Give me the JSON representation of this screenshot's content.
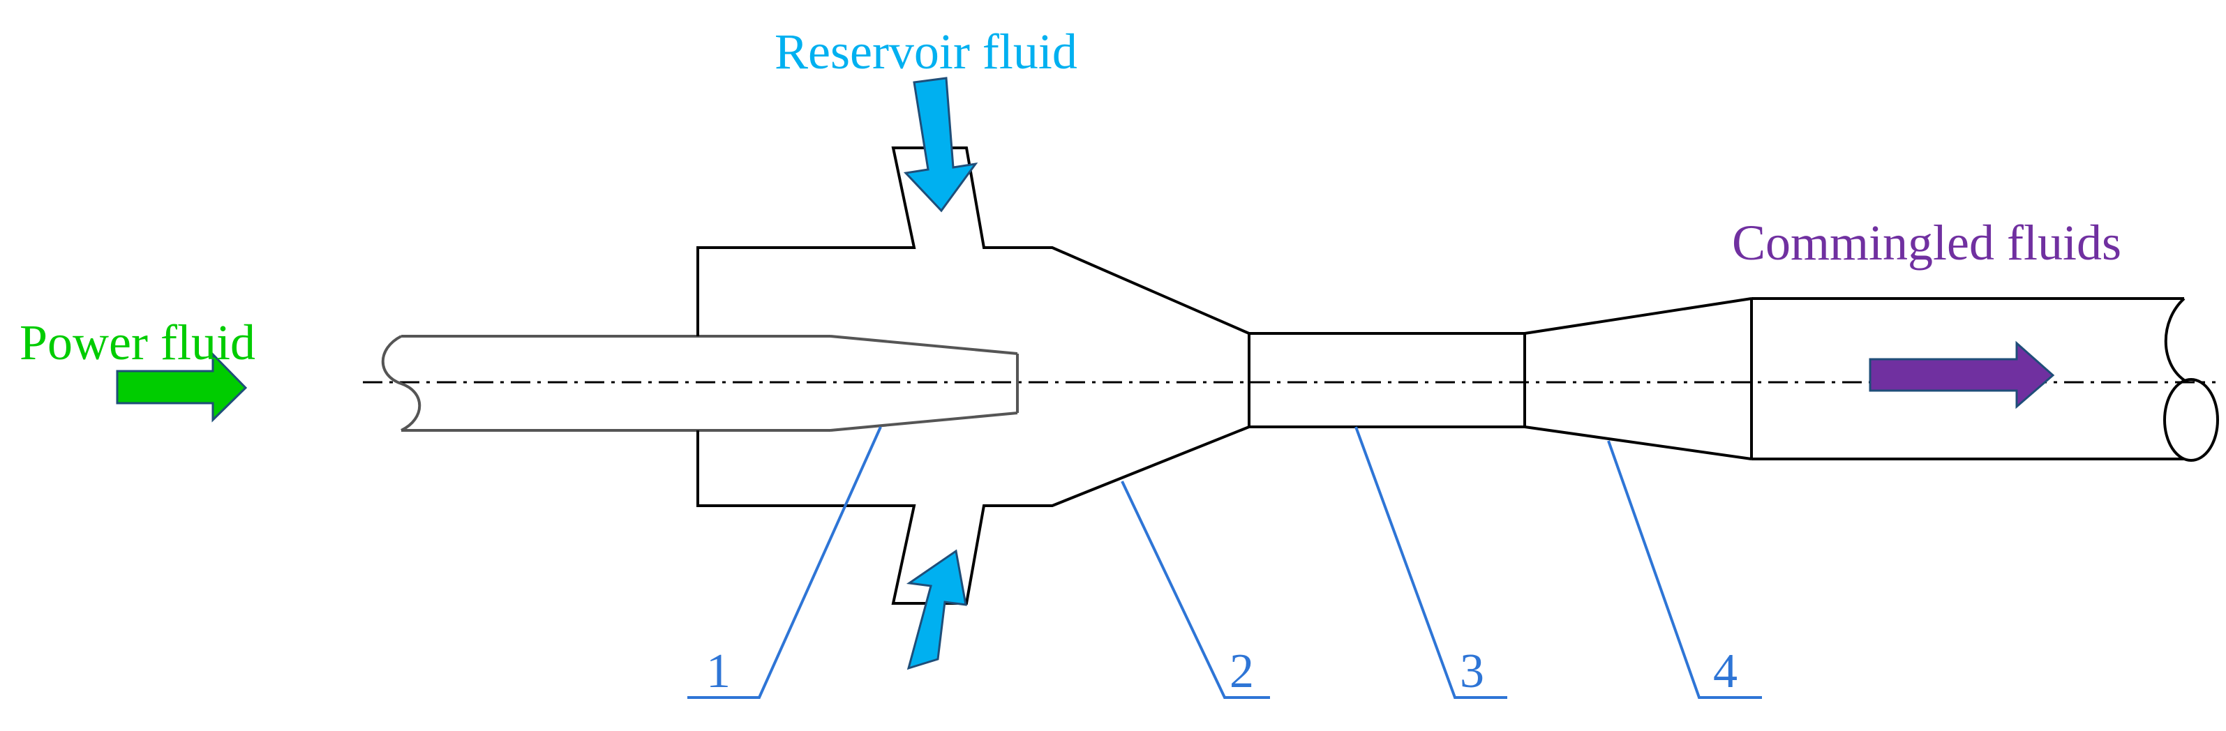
{
  "labels": {
    "reservoir": "Reservoir fluid",
    "power": "Power fluid",
    "commingled": "Commingled fluids"
  },
  "parts": [
    "1",
    "2",
    "3",
    "4"
  ],
  "colors": {
    "reservoir": "#00b0f0",
    "power": "#00cc00",
    "commingled": "#7030a0",
    "leader": "#2e75d6",
    "outline": "#000000",
    "nozzle": "#555555"
  }
}
